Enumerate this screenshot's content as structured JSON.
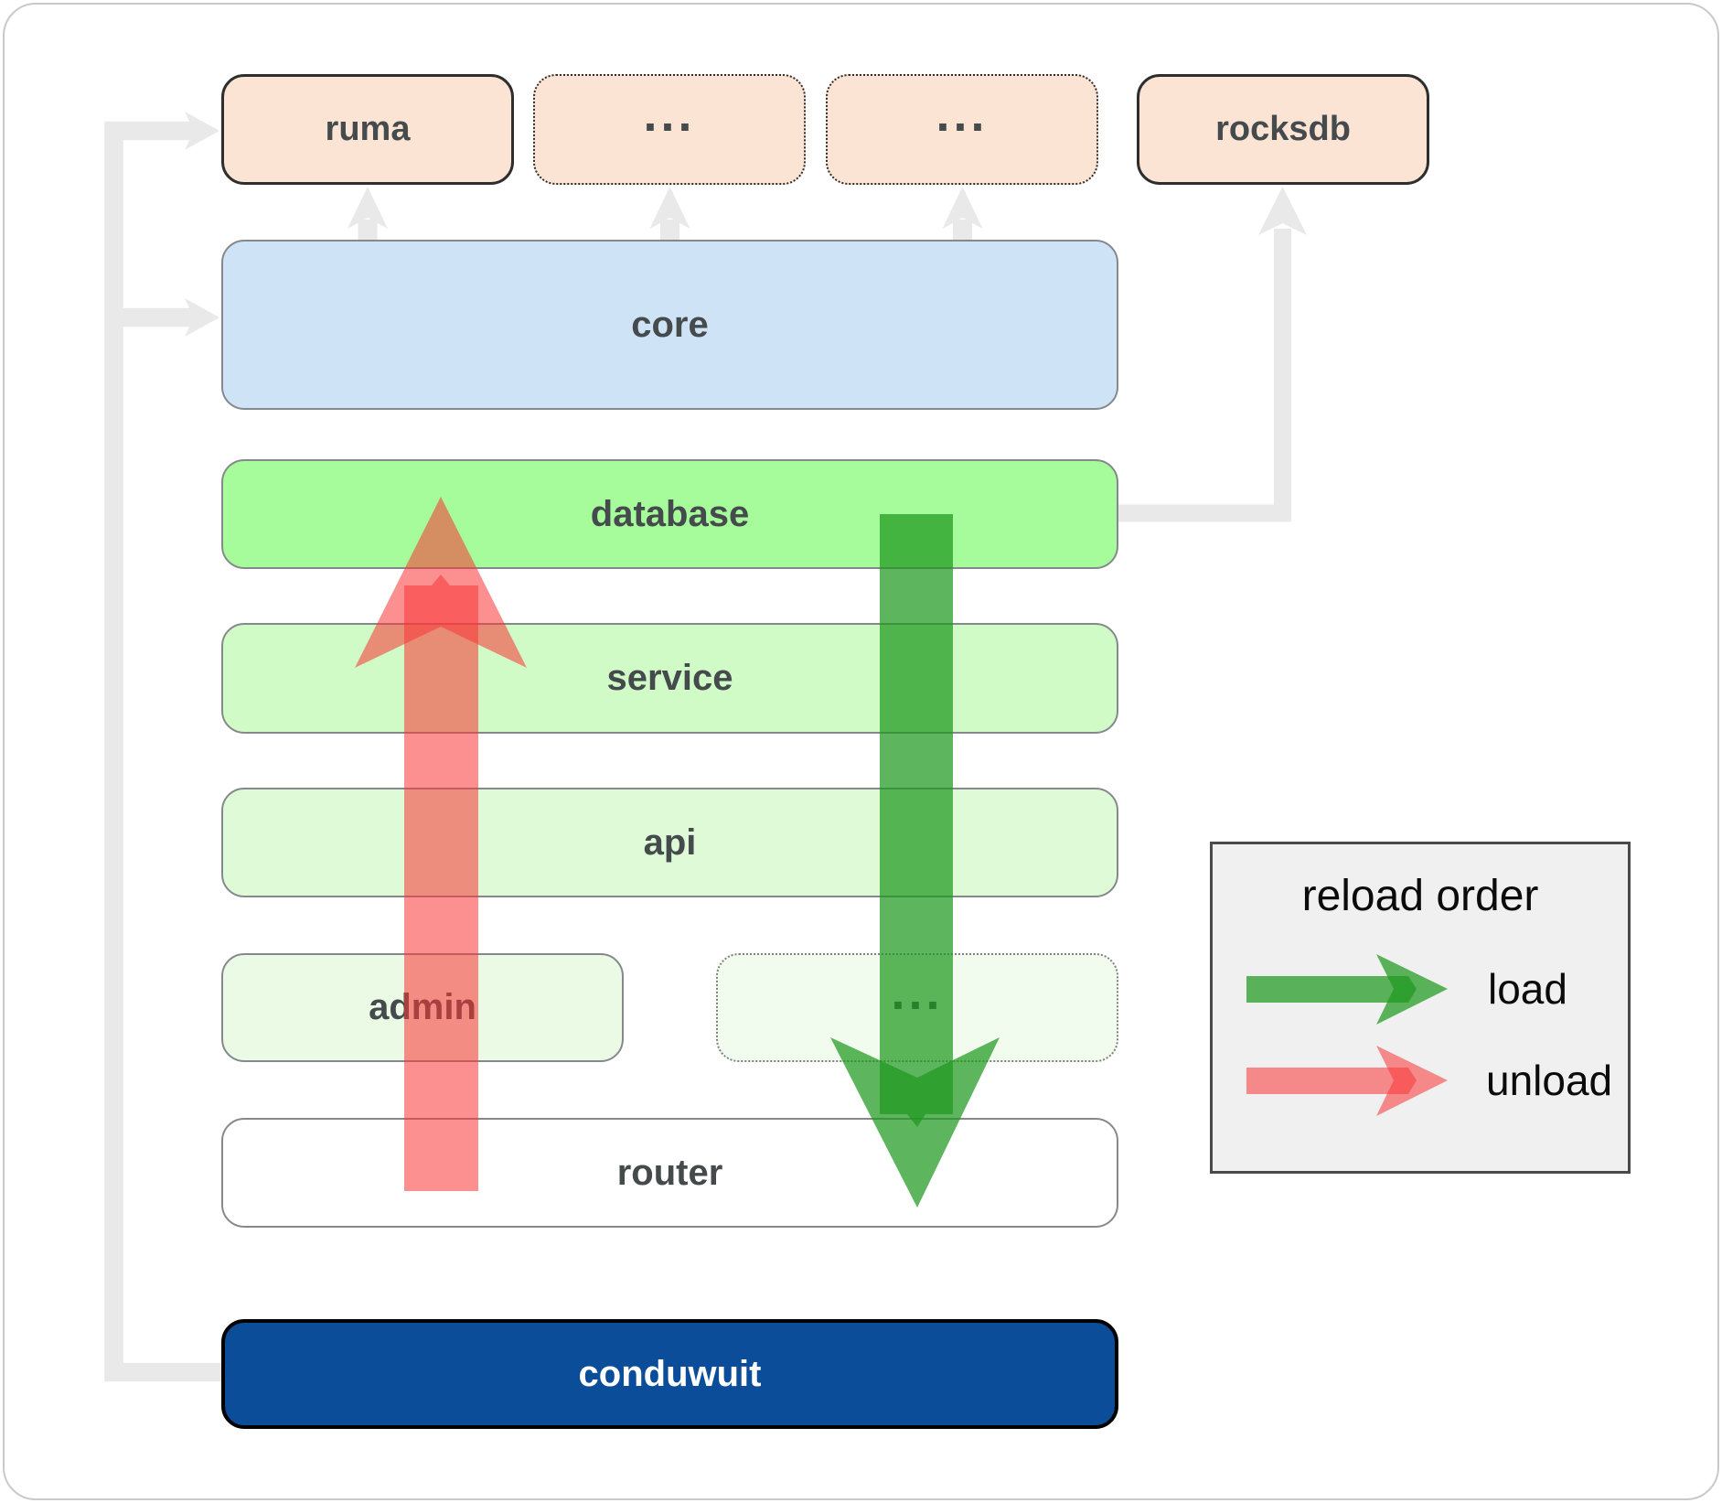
{
  "nodes": {
    "ruma": {
      "label": "ruma"
    },
    "etc_top_1": {
      "label": "..."
    },
    "etc_top_2": {
      "label": "..."
    },
    "rocksdb": {
      "label": "rocksdb"
    },
    "core": {
      "label": "core"
    },
    "database": {
      "label": "database"
    },
    "service": {
      "label": "service"
    },
    "api": {
      "label": "api"
    },
    "admin": {
      "label": "admin"
    },
    "etc_admin": {
      "label": "..."
    },
    "router": {
      "label": "router"
    },
    "conduwuit": {
      "label": "conduwuit"
    }
  },
  "legend": {
    "title": "reload order",
    "load_label": "load",
    "unload_label": "unload"
  },
  "colors": {
    "load_arrow": "rgba(30,152,30,0.72)",
    "unload_arrow": "rgba(250,55,55,0.56)",
    "connector_gray": "#e9e9e9",
    "node_peach": "#fce4d4",
    "node_blue": "#cfe3f7",
    "node_green_bright": "#a6fb9a",
    "node_green_light": "#d0fbc6",
    "node_green_lighter": "#defad7",
    "node_green_faint": "#eafae4",
    "conduwuit_blue": "#0b4d99",
    "legend_bg": "#f0f0f0"
  }
}
